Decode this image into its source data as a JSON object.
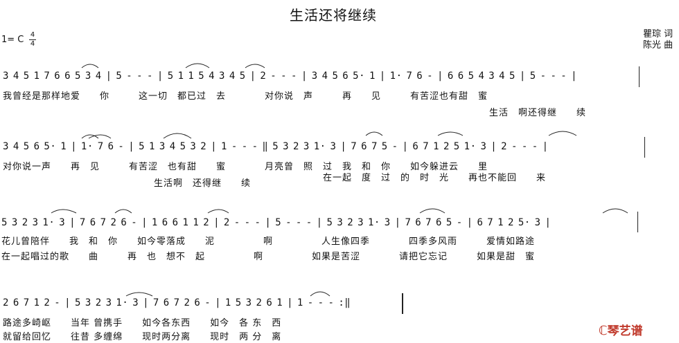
{
  "title": "生活还将继续",
  "credits": {
    "lyricist": "瞿琮 词",
    "composer": "陈光 曲"
  },
  "key": {
    "tonic": "1= C",
    "meter_top": "4",
    "meter_bottom": "4"
  },
  "logo": {
    "text": "琴艺谱",
    "mark": "ℂ"
  },
  "rows": [
    {
      "notes": "3 4 5 1 7 6 6 5 3 4 | 5 - - - | 5 1 1 5 4 3 4 5 | 2 - - - | 3 4 5 6 5· 1 | 1· 7 6 - | 6 6 5 4 3 4 5 | 5 - - - |",
      "lyric1": "我曾经是那样地爱　　你　　　这一切　都已过　去　　　　对你说　声　　　再　　见　　　有苦涩也有甜　蜜",
      "lyric2": "生活　啊还得继　　续"
    },
    {
      "notes": "3 4 5 6 5· 1 | 1· 7 6 - | 5 1 3 4 5 3 2 | 1 - - - ‖ 5 3 2 3 1· 3 | 7 6 7 5 - | 6 7 1 2 5 1· 3 | 2 - - - |",
      "lyric1": "对你说一声　　再　见　　　有苦涩　也有甜　　蜜　　　　月亮曾　照　过　我　和　你　　如今躲进云　　里",
      "lyric2a": "生活啊　还得继　　续",
      "lyric2b": "在一起　度　过　的　时　光　　再也不能回　　来"
    },
    {
      "notes": "5 3 2 3 1· 3 | 7 6 7 2 6 - | 1 6 6 1 1 2 | 2 - - - | 5 - - - | 5 3 2 3 1· 3 | 7 6 7 6 5 - | 6 7 1 2 5· 3 |",
      "lyric1": "花儿曾陪伴　　我　和　你　　如今零落成　　泥　　　　　啊　　　　　人生像四季　　　　四季多风雨　　　爱情如路途",
      "lyric2": "在一起唱过的歌　　曲　　　再　也　想不　起　　　　　啊　　　　　如果是苦涩　　　　请把它忘记　　　如果是甜　蜜"
    },
    {
      "notes": "2 6 7 1 2 - | 5 3 2 3 1· 3 | 7 6 7 2 6 - | 1 5 3 2 6 1 | 1 - - - :‖",
      "lyric1": "路途多崎岖　　当年 曾携手　　如今各东西　　如今　各 东　西",
      "lyric2": "就留给回忆　　往昔 多缠绵　　现时两分离　　现时　两 分　离"
    }
  ]
}
